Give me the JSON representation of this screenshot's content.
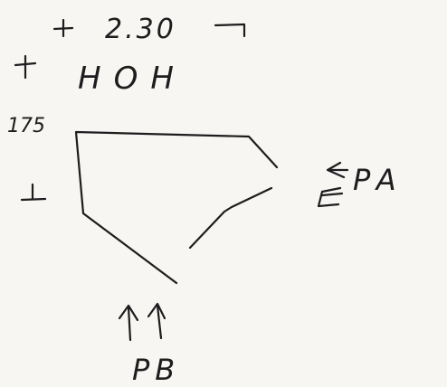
{
  "labels": {
    "dimension": "2.30",
    "section": "HOH",
    "elevation": "175",
    "view_a": "PA",
    "view_b": "PB"
  },
  "colors": {
    "paper": "#f7f6f2",
    "ink": "#1d1d1f"
  }
}
